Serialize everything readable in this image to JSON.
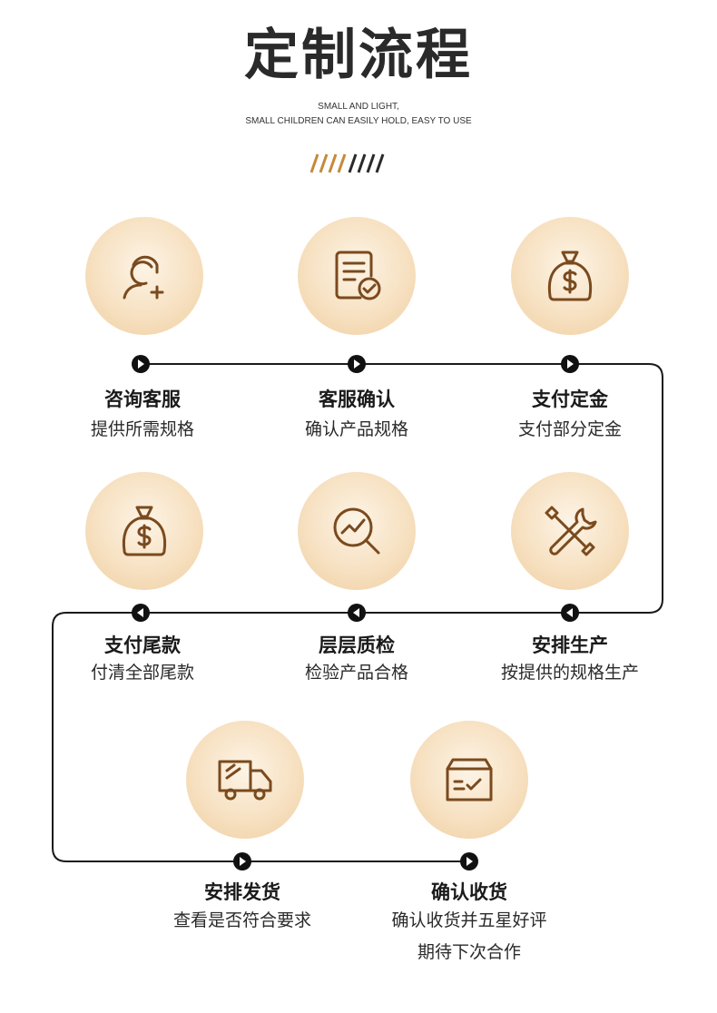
{
  "header": {
    "title": "定制流程",
    "subtitle_line1": "SMALL AND LIGHT,",
    "subtitle_line2": "SMALL CHILDREN CAN EASILY HOLD, EASY TO USE"
  },
  "colors": {
    "accent": "#7a4a1e",
    "slash_gold": "#c58a3a",
    "slash_dark": "#2a2a2a",
    "line": "#1a1a1a"
  },
  "steps": [
    {
      "title": "咨询客服",
      "desc": "提供所需规格",
      "icon": "customer-service-icon"
    },
    {
      "title": "客服确认",
      "desc": "确认产品规格",
      "icon": "document-check-icon"
    },
    {
      "title": "支付定金",
      "desc": "支付部分定金",
      "icon": "money-bag-icon"
    },
    {
      "title": "支付尾款",
      "desc": "付清全部尾款",
      "icon": "money-bag-icon"
    },
    {
      "title": "层层质检",
      "desc": "检验产品合格",
      "icon": "magnifier-chart-icon"
    },
    {
      "title": "安排生产",
      "desc": "按提供的规格生产",
      "icon": "tools-icon"
    },
    {
      "title": "安排发货",
      "desc": "查看是否符合要求",
      "icon": "truck-icon"
    },
    {
      "title": "确认收货",
      "desc": "确认收货并五星好评",
      "desc2": "期待下次合作",
      "icon": "box-check-icon"
    }
  ]
}
